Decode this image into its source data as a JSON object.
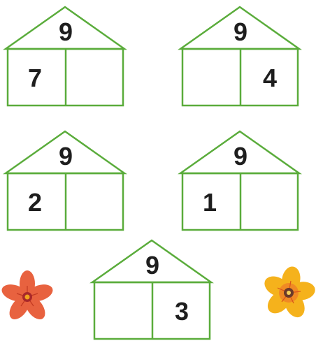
{
  "accent_color": "#5aac3b",
  "houses": [
    {
      "roof": "9",
      "left": "7",
      "right": ""
    },
    {
      "roof": "9",
      "left": "",
      "right": "4"
    },
    {
      "roof": "9",
      "left": "2",
      "right": ""
    },
    {
      "roof": "9",
      "left": "1",
      "right": ""
    },
    {
      "roof": "9",
      "left": "",
      "right": "3"
    }
  ],
  "decorations": [
    {
      "icon": "red-flower-icon",
      "color": "#e8623f"
    },
    {
      "icon": "yellow-flower-icon",
      "color": "#f5b21c"
    }
  ]
}
